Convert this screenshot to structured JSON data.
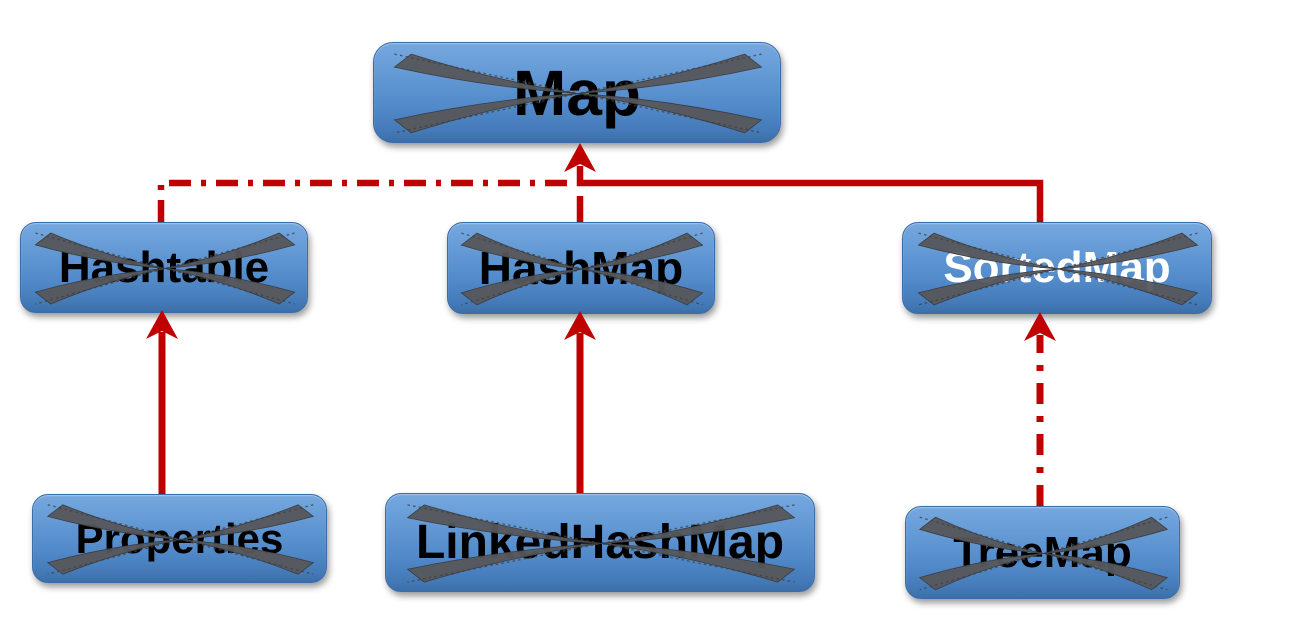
{
  "diagram": {
    "nodes": [
      {
        "id": "map",
        "label": "Map",
        "text_color": "#000000"
      },
      {
        "id": "hashtable",
        "label": "Hashtable",
        "text_color": "#000000"
      },
      {
        "id": "hashmap",
        "label": "HashMap",
        "text_color": "#000000"
      },
      {
        "id": "sortedmap",
        "label": "SortedMap",
        "text_color": "#ffffff"
      },
      {
        "id": "properties",
        "label": "Properties",
        "text_color": "#000000"
      },
      {
        "id": "linkedhashmap",
        "label": "LinkedHashMap",
        "text_color": "#000000"
      },
      {
        "id": "treemap",
        "label": "TreeMap",
        "text_color": "#000000"
      }
    ],
    "edges": [
      {
        "from": "hashtable",
        "to": "map",
        "style": "dash-dot"
      },
      {
        "from": "hashmap",
        "to": "map",
        "style": "dash-dot"
      },
      {
        "from": "sortedmap",
        "to": "map",
        "style": "solid"
      },
      {
        "from": "properties",
        "to": "hashtable",
        "style": "solid"
      },
      {
        "from": "linkedhashmap",
        "to": "hashmap",
        "style": "solid"
      },
      {
        "from": "treemap",
        "to": "sortedmap",
        "style": "dash-dot"
      }
    ],
    "colors": {
      "arrow": "#c00000",
      "box_fill_top": "#76a8df",
      "box_fill_bottom": "#3c6fa9",
      "box_border": "#3a6ca8",
      "decoration_gray": "#56575b",
      "background": "#ffffff"
    }
  }
}
